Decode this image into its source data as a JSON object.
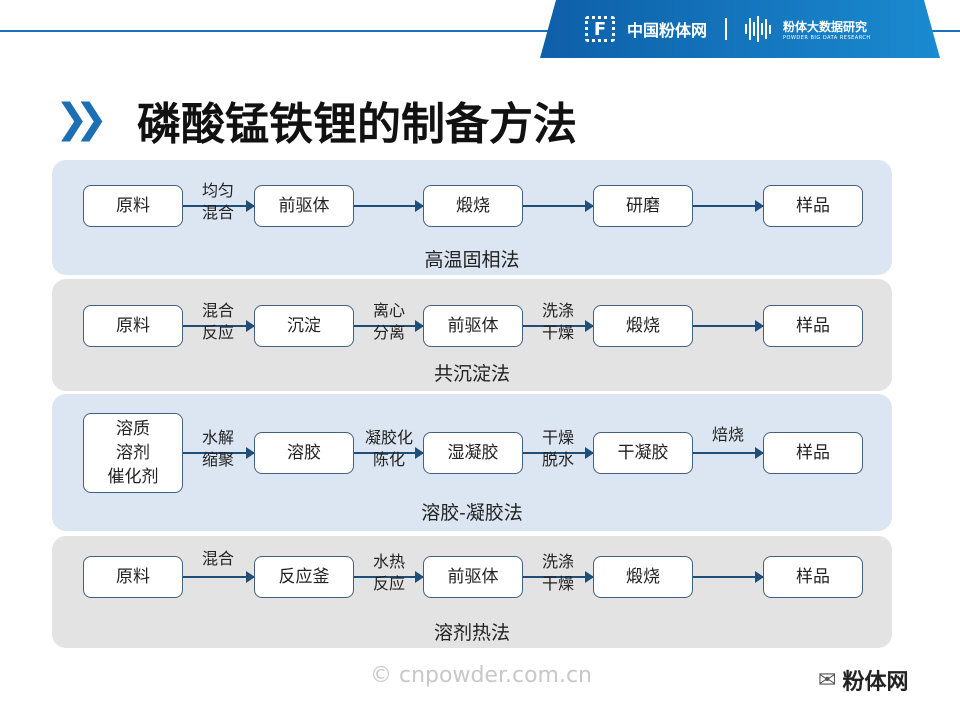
{
  "header": {
    "brand": "中国粉体网",
    "logo_letter": "F",
    "research_cn": "粉体大数据研究",
    "research_en": "POWDER BIG DATA RESEARCH"
  },
  "title": "磷酸锰铁锂的制备方法",
  "title_icon": "double-chevron-right-icon",
  "methods": [
    {
      "name": "高温固相法",
      "style": "blue",
      "boxes": [
        "原料",
        "前驱体",
        "煅烧",
        "研磨",
        "样品"
      ],
      "arrows": [
        "均匀\n混合",
        "",
        "",
        "",
        ""
      ]
    },
    {
      "name": "共沉淀法",
      "style": "gray",
      "boxes": [
        "原料",
        "沉淀",
        "前驱体",
        "煅烧",
        "样品"
      ],
      "arrows": [
        "混合\n反应",
        "离心\n分离",
        "洗涤\n干燥",
        ""
      ]
    },
    {
      "name": "溶胶-凝胶法",
      "style": "blue",
      "boxes": [
        "溶质\n溶剂\n催化剂",
        "溶胶",
        "湿凝胶",
        "干凝胶",
        "样品"
      ],
      "arrows": [
        "水解\n缩聚",
        "凝胶化\n陈化",
        "干燥\n脱水",
        "焙烧"
      ]
    },
    {
      "name": "溶剂热法",
      "style": "gray",
      "boxes": [
        "原料",
        "反应釜",
        "前驱体",
        "煅烧",
        "样品"
      ],
      "arrows": [
        "混合",
        "水热\n反应",
        "洗涤\n干燥",
        ""
      ]
    }
  ],
  "watermark": "© cnpowder.com.cn",
  "wechat": "粉体网"
}
